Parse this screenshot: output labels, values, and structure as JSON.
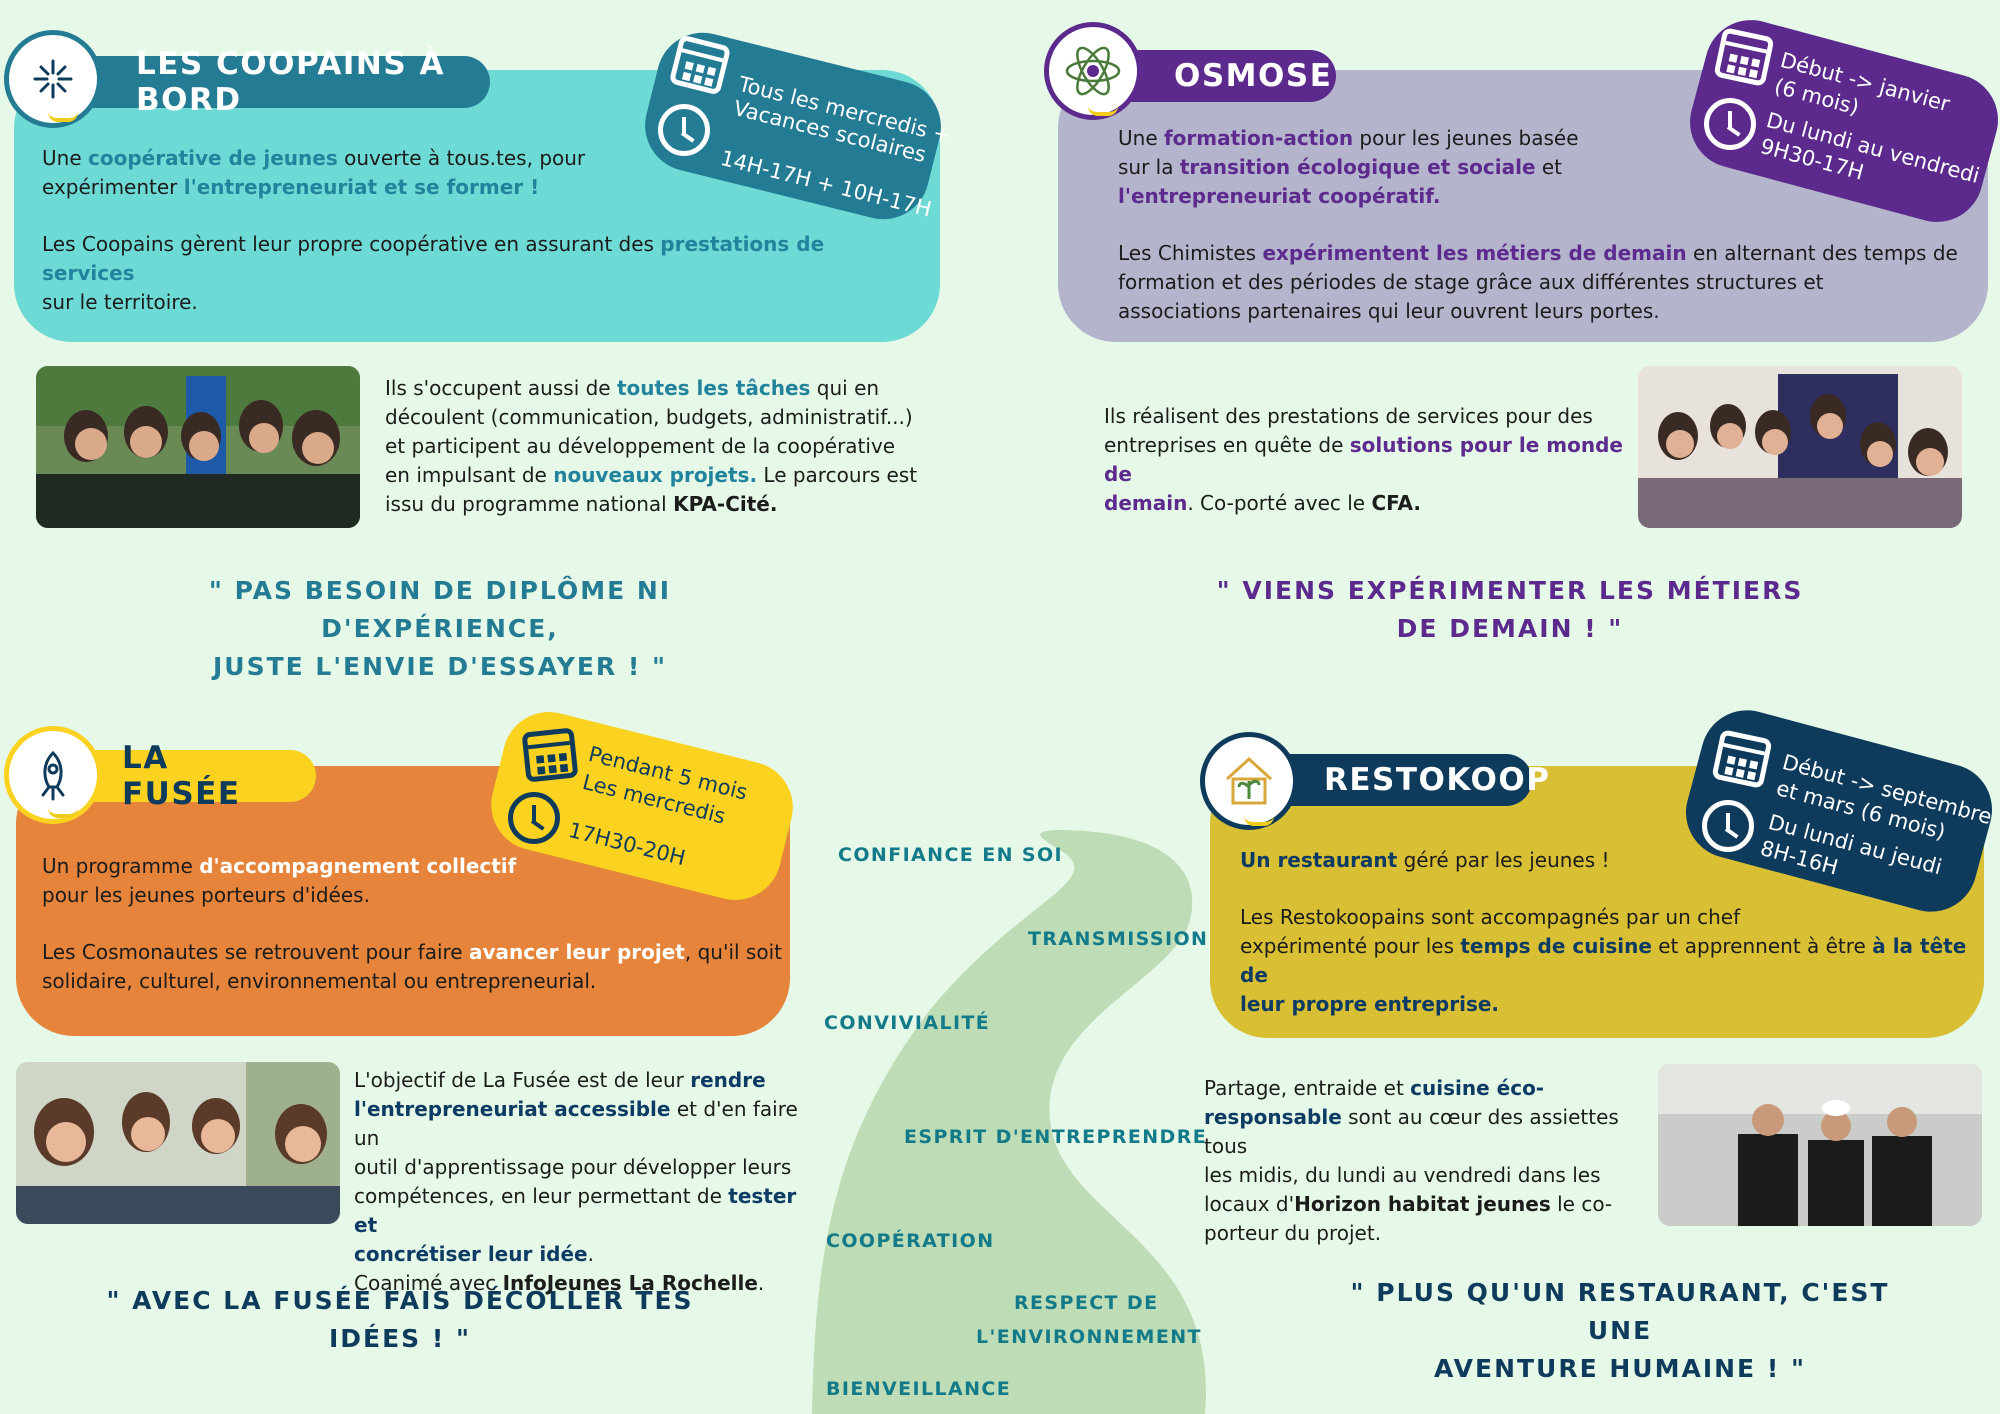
{
  "coopains": {
    "title": "LES COOPAINS À BORD",
    "logo_icon": "hands-circle-icon",
    "schedule": {
      "line1": "Tous les mercredis +",
      "line2": "Vacances scolaires",
      "hours": "14H-17H + 10H-17H"
    },
    "intro_1": "Une ",
    "intro_2": "coopérative de jeunes",
    "intro_3": " ouverte à tous.tes, pour",
    "intro_4": "expérimenter ",
    "intro_5": "l'entrepreneuriat et se former !",
    "para_1": "Les Coopains gèrent leur propre coopérative en assurant des ",
    "para_2": "prestations de services",
    "para_3": "sur le territoire.",
    "side_1": "Ils s'occupent aussi de ",
    "side_2": "toutes les tâches",
    "side_3": " qui en",
    "side_4": "découlent (communication, budgets, administratif...)",
    "side_5": "et participent au développement de la coopérative",
    "side_6": "en impulsant de ",
    "side_7": "nouveaux projets.",
    "side_8": " Le parcours est",
    "side_9": "issu du programme national ",
    "side_10": "KPA-Cité.",
    "quote_1": "\" PAS BESOIN DE DIPLÔME NI D'EXPÉRIENCE,",
    "quote_2": "JUSTE L'ENVIE D'ESSAYER ! \""
  },
  "osmose": {
    "title": "OSMOSE",
    "logo_icon": "atom-icon",
    "schedule": {
      "line1": "Début -> janvier",
      "line2": "(6 mois)",
      "line3": "Du lundi au vendredi",
      "hours": "9H30-17H"
    },
    "intro_1": "Une ",
    "intro_2": "formation-action",
    "intro_3": " pour les jeunes basée",
    "intro_4": "sur la ",
    "intro_5": "transition écologique et sociale",
    "intro_6": " et",
    "intro_7": "l'entrepreneuriat coopératif.",
    "para_1": "Les Chimistes ",
    "para_2": "expérimentent les métiers de demain",
    "para_3": " en alternant des temps de",
    "para_4": "formation et des périodes de stage grâce aux différentes structures et",
    "para_5": "associations partenaires qui leur ouvrent leurs portes.",
    "side_1": "Ils réalisent des prestations de services pour des",
    "side_2": "entreprises en quête de ",
    "side_3": "solutions pour le monde de",
    "side_4": "demain",
    "side_5": ". Co-porté avec le ",
    "side_6": "CFA.",
    "quote_1": "\" VIENS EXPÉRIMENTER LES MÉTIERS",
    "quote_2": "DE DEMAIN ! \""
  },
  "fusee": {
    "title": "LA FUSÉE",
    "logo_icon": "rocket-icon",
    "schedule": {
      "line1": "Pendant 5 mois",
      "line2": "Les mercredis",
      "hours": "17H30-20H"
    },
    "intro_1": "Un programme ",
    "intro_2": "d'accompagnement collectif",
    "intro_3": "pour les jeunes porteurs d'idées.",
    "para_1": "Les Cosmonautes se retrouvent pour faire ",
    "para_2": "avancer leur projet",
    "para_3": ", qu'il soit",
    "para_4": "solidaire, culturel, environnemental ou entrepreneurial.",
    "side_1": "L'objectif de La Fusée est de leur ",
    "side_2": "rendre",
    "side_3": "l'entrepreneuriat accessible",
    "side_4": " et d'en faire un",
    "side_5": "outil d'apprentissage pour développer leurs",
    "side_6": "compétences, en leur permettant de ",
    "side_7": "tester et",
    "side_8": "concrétiser leur idée",
    "side_9": ".",
    "side_10": "Coanimé avec ",
    "side_11": "InfoJeunes La Rochelle",
    "side_12": ".",
    "quote_1": "\" AVEC LA FUSÉE FAIS DÉCOLLER TES",
    "quote_2": "IDÉES ! \""
  },
  "restokoop": {
    "title": "RESTOKOOP",
    "logo_icon": "house-plant-icon",
    "schedule": {
      "line1": "Début -> septembre",
      "line2": "et mars (6 mois)",
      "line3": "Du lundi au jeudi",
      "hours": "8H-16H"
    },
    "intro_1": "Un restaurant",
    "intro_2": " géré par les jeunes !",
    "para_1": "Les Restokoopains sont accompagnés par un chef",
    "para_2": "expérimenté pour les ",
    "para_3": "temps de cuisine",
    "para_4": " et apprennent à être ",
    "para_5": "à la tête de",
    "para_6": "leur propre entreprise.",
    "side_1": "Partage, entraide et ",
    "side_2": "cuisine éco-",
    "side_3": "responsable",
    "side_4": " sont au cœur des assiettes tous",
    "side_5": "les midis, du lundi au vendredi dans les",
    "side_6": "locaux d'",
    "side_7": "Horizon habitat jeunes",
    "side_8": " le co-",
    "side_9": "porteur du projet.",
    "quote_1": "\" PLUS QU'UN RESTAURANT, C'EST UNE",
    "quote_2": "AVENTURE HUMAINE ! \""
  },
  "values": {
    "v1": "CONFIANCE EN SOI",
    "v2": "TRANSMISSION",
    "v3": "CONVIVIALITÉ",
    "v4": "ESPRIT D'ENTREPRENDRE",
    "v5": "COOPÉRATION",
    "v6a": "RESPECT DE",
    "v6b": "L'ENVIRONNEMENT",
    "v7": "BIENVEILLANCE"
  },
  "colors": {
    "background": "#e6f8e7",
    "coopains_card": "#6edad5",
    "coopains_dark": "#247b94",
    "osmose_card": "#b4b4cd",
    "osmose_dark": "#5b2a8c",
    "fusee_card": "#e5843a",
    "fusee_yellow": "#fbd21f",
    "restokoop_card": "#d8bf34",
    "restokoop_dark": "#0e3b5c",
    "path": "#bedcb5"
  }
}
